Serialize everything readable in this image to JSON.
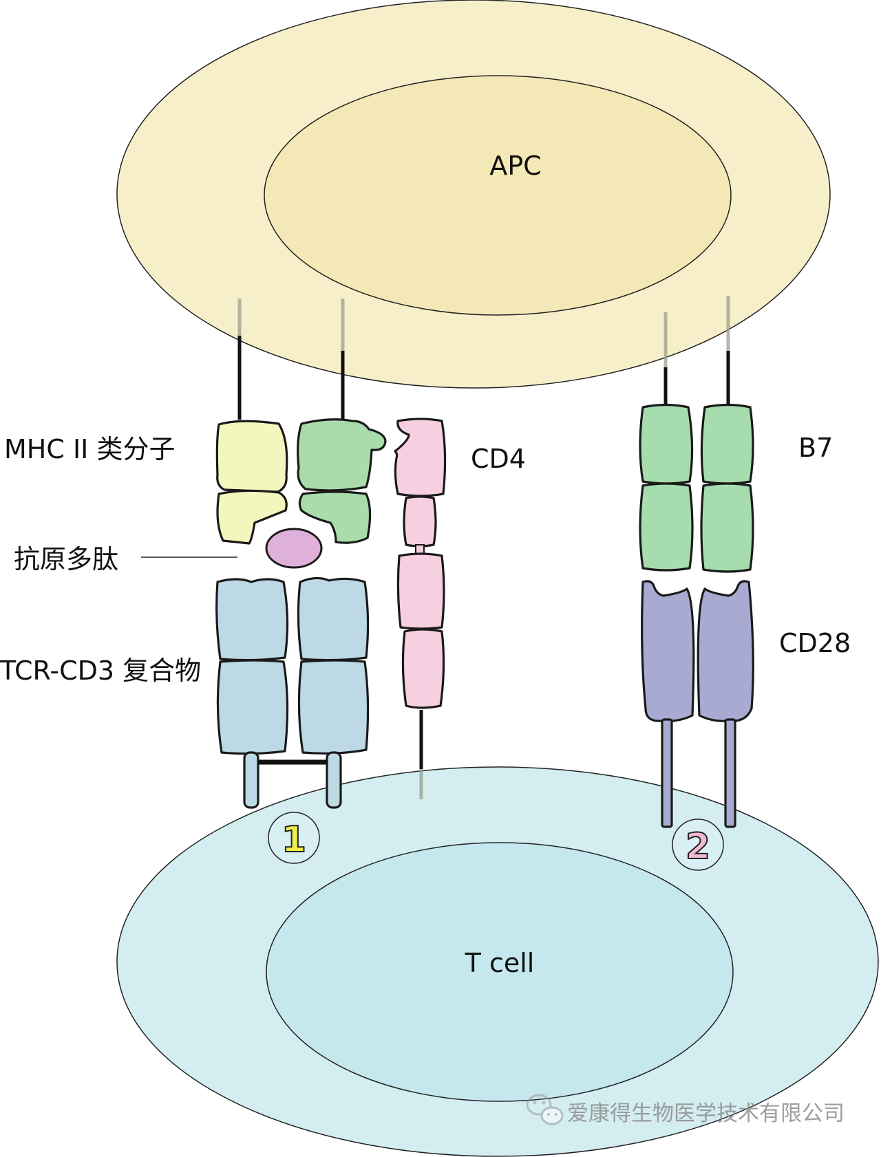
{
  "diagram": {
    "apc_label": "APC",
    "tcell_label": "T cell",
    "mhc_label": "MHC II 类分子",
    "peptide_label": "抗原多肽",
    "tcr_label": "TCR-CD3 复合物",
    "cd4_label": "CD4",
    "b7_label": "B7",
    "cd28_label": "CD28",
    "signal_1": "1",
    "signal_2": "2"
  },
  "watermark": {
    "text": "爱康得生物医学技术有限公司",
    "icon": "wechat-icon"
  },
  "colors": {
    "apc_outer": "#f6efc9",
    "apc_inner": "#f4e9b6",
    "tcell_outer": "#d3edf1",
    "tcell_inner": "#c5e7ee",
    "mhc_alpha": "#f3f7bd",
    "mhc_beta": "#a9dcaa",
    "peptide": "#dfb0d9",
    "tcr": "#bcd9e5",
    "cd4": "#f6cfe0",
    "b7": "#a6dcae",
    "cd28": "#a8aad2",
    "signal_1": "#f0ef4a",
    "signal_2": "#f3b9d3"
  }
}
